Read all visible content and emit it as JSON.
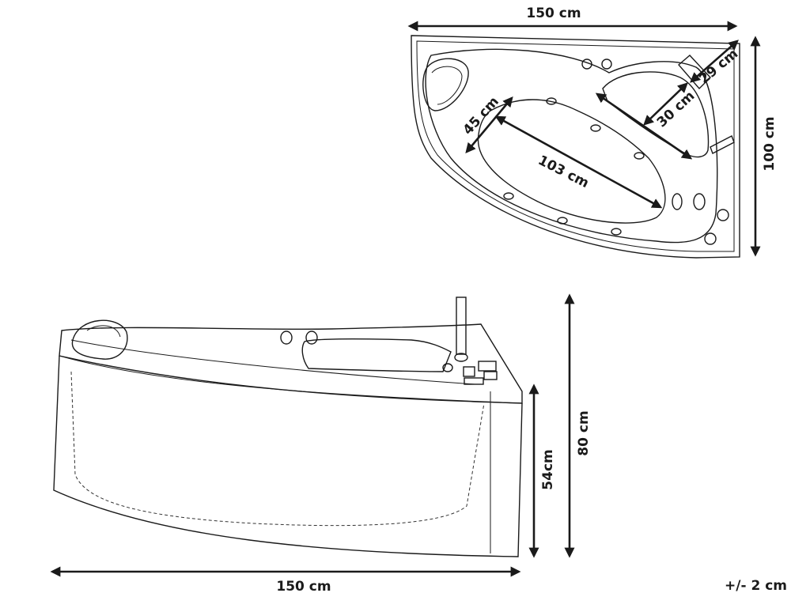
{
  "top_view": {
    "width_label": "150 cm",
    "depth_label": "100 cm",
    "seat_label": "29 cm",
    "seat_depth_label": "30 cm",
    "inner_width_label": "45 cm",
    "inner_length_label": "103 cm"
  },
  "side_view": {
    "apron_height_label": "54cm",
    "total_height_label": "80 cm",
    "width_label": "150 cm"
  },
  "tolerance_label": "+/- 2 cm"
}
